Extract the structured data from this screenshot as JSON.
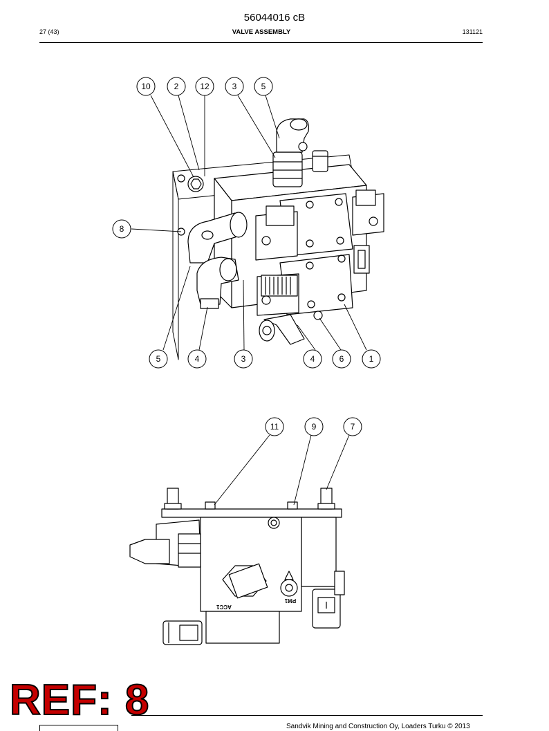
{
  "header": {
    "doc_number": "56044016 cB",
    "page": "27 (43)",
    "title": "VALVE ASSEMBLY",
    "date": "131121"
  },
  "top_view": {
    "callouts": [
      "10",
      "2",
      "12",
      "3",
      "5",
      "8",
      "5",
      "4",
      "3",
      "4",
      "6",
      "1"
    ]
  },
  "side_view": {
    "callouts": [
      "11",
      "9",
      "7"
    ],
    "port_labels": [
      "ACC1",
      "PM1"
    ]
  },
  "stamp": "REF: 8",
  "footer": {
    "copyright": "Sandvik Mining and Construction Oy, Loaders Turku © 2013"
  }
}
